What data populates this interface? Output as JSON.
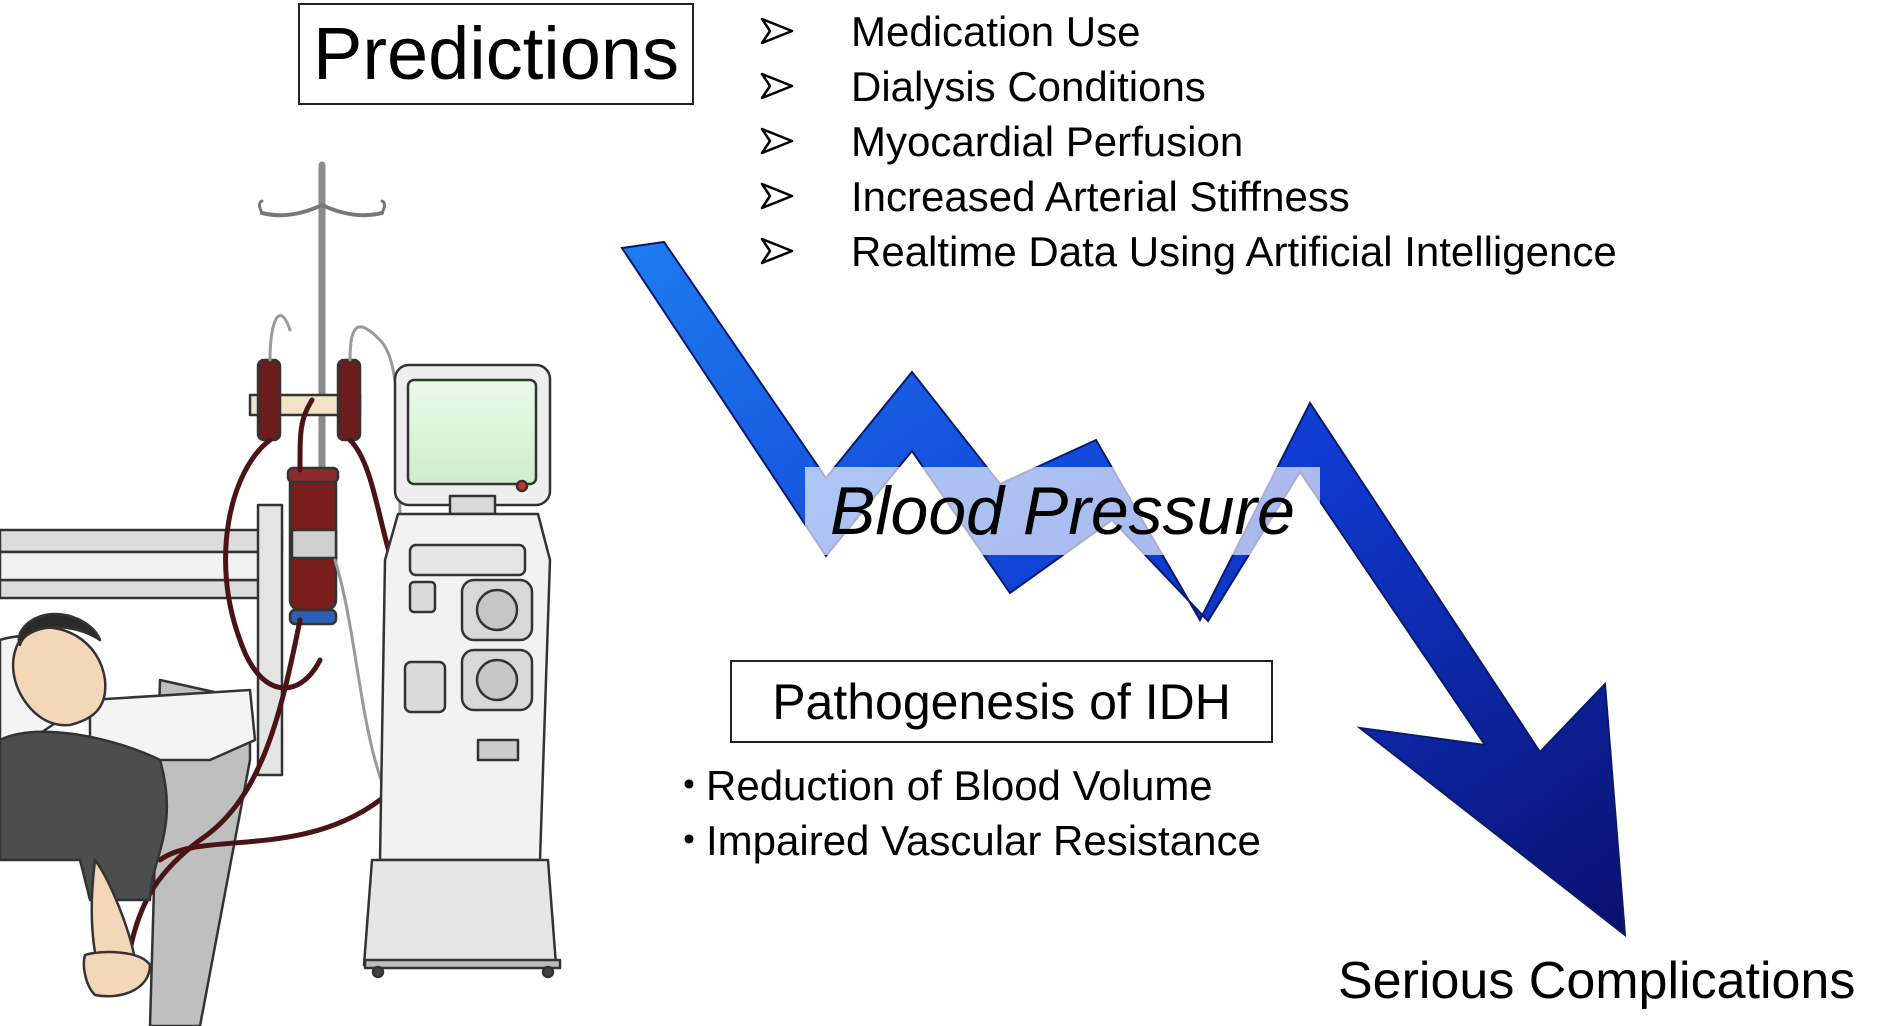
{
  "predictions": {
    "title": "Predictions",
    "items": [
      "Medication Use",
      "Dialysis Conditions",
      "Myocardial Perfusion",
      "Increased Arterial Stiffness",
      "Realtime Data Using Artificial Intelligence"
    ],
    "bullet_icon": "arrowhead-bullet-icon"
  },
  "blood_pressure": {
    "label": "Blood Pressure",
    "arrow_colors": {
      "top": "#1e7cf0",
      "middle": "#0f3bd2",
      "bottom": "#0a0f6e"
    }
  },
  "pathogenesis": {
    "title": "Pathogenesis of IDH",
    "bullet": "・",
    "items": [
      "Reduction of Blood Volume",
      "Impaired Vascular Resistance"
    ]
  },
  "outcome": {
    "label": "Serious Complications"
  },
  "illustration": {
    "subject": "patient-on-hemodialysis-machine-illustration"
  }
}
